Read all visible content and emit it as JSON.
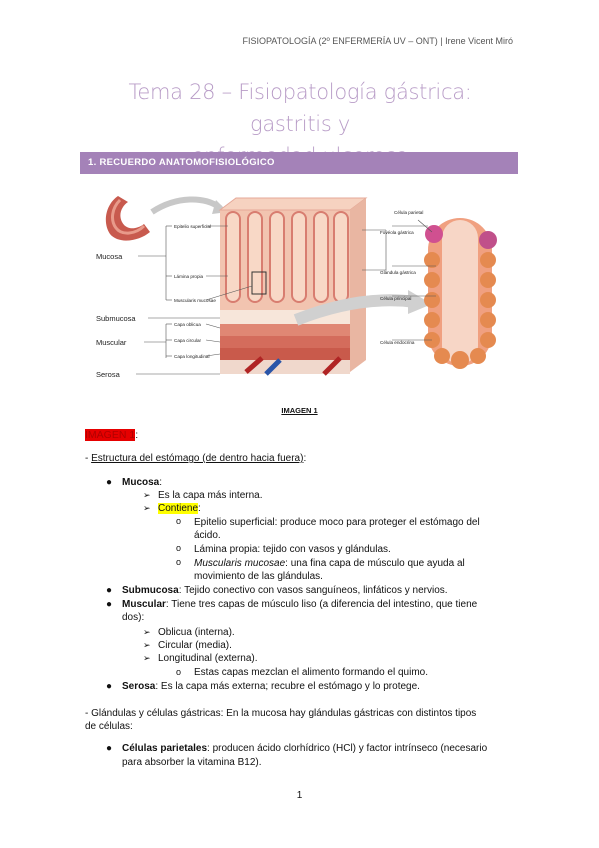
{
  "header": {
    "note": "FISIOPATOLOGÍA (2º ENFERMERÍA UV – ONT) | Irene Vicent Miró"
  },
  "title": {
    "line1": "Tema 28 – Fisiopatología gástrica: gastritis y",
    "line2": "enfermedad ulcerosa"
  },
  "section": {
    "label": "1. RECUERDO ANATOMOFISIOLÓGICO"
  },
  "figure": {
    "left_labels": [
      "Mucosa",
      "Submucosa",
      "Muscular",
      "Serosa"
    ],
    "inner_labels": [
      "Epitelio superficial",
      "Lámina propia",
      "Muscularis mucosae",
      "Capa oblicua",
      "Capa circular",
      "Capa longitudinal"
    ],
    "right_labels": [
      "Fovéola gástrica",
      "Glándula gástrica",
      "Célula parietal",
      "Célula principal",
      "Célula endocrina"
    ],
    "caption": "IMAGEN 1"
  },
  "imagen_label": {
    "text": "IMAGEN 1",
    "suffix": ":"
  },
  "structure": {
    "dash": "- ",
    "intro": "Estructura del estómago (de dentro hacia fuera)",
    "intro_suffix": ":",
    "mucosa_title": "Mucosa",
    "mucosa_suffix": ":",
    "mucosa_sub1": "Es la capa más interna.",
    "mucosa_sub2": "Contiene",
    "mucosa_sub2_suffix": ":",
    "mucosa_items": [
      "Epitelio superficial: produce moco para proteger el estómago del",
      "ácido.",
      "Lámina propia: tejido con vasos y glándulas.",
      "Muscularis mucosae",
      ": una fina capa de músculo que ayuda al",
      "movimiento de las glándulas."
    ],
    "submucosa_title": "Submucosa",
    "submucosa_text": ": Tejido conectivo con vasos sanguíneos, linfáticos y nervios.",
    "muscular_title": "Muscular",
    "muscular_text1": ": Tiene tres capas de músculo liso (a diferencia del intestino, que tiene",
    "muscular_text2": "dos):",
    "muscular_items": [
      "Oblicua (interna).",
      "Circular (media).",
      "Longitudinal (externa)."
    ],
    "muscular_note": "Estas capas mezclan el alimento formando el quimo.",
    "serosa_title": "Serosa",
    "serosa_text": ": Es la capa más externa; recubre el estómago y lo protege."
  },
  "glands": {
    "intro1": "- Glándulas y células gástricas: En la mucosa hay glándulas gástricas con distintos tipos",
    "intro2": "de células:",
    "parietal_title": "Células parietales",
    "parietal_text1": ": producen ácido clorhídrico (HCl) y factor intrínseco (necesario",
    "parietal_text2": "para absorber la vitamina B12)."
  },
  "page": {
    "number": "1"
  },
  "colors": {
    "accent": "#a482b8",
    "title": "#b89cc7",
    "highlight_red": "#e60000",
    "highlight_yellow": "#ffff00"
  }
}
